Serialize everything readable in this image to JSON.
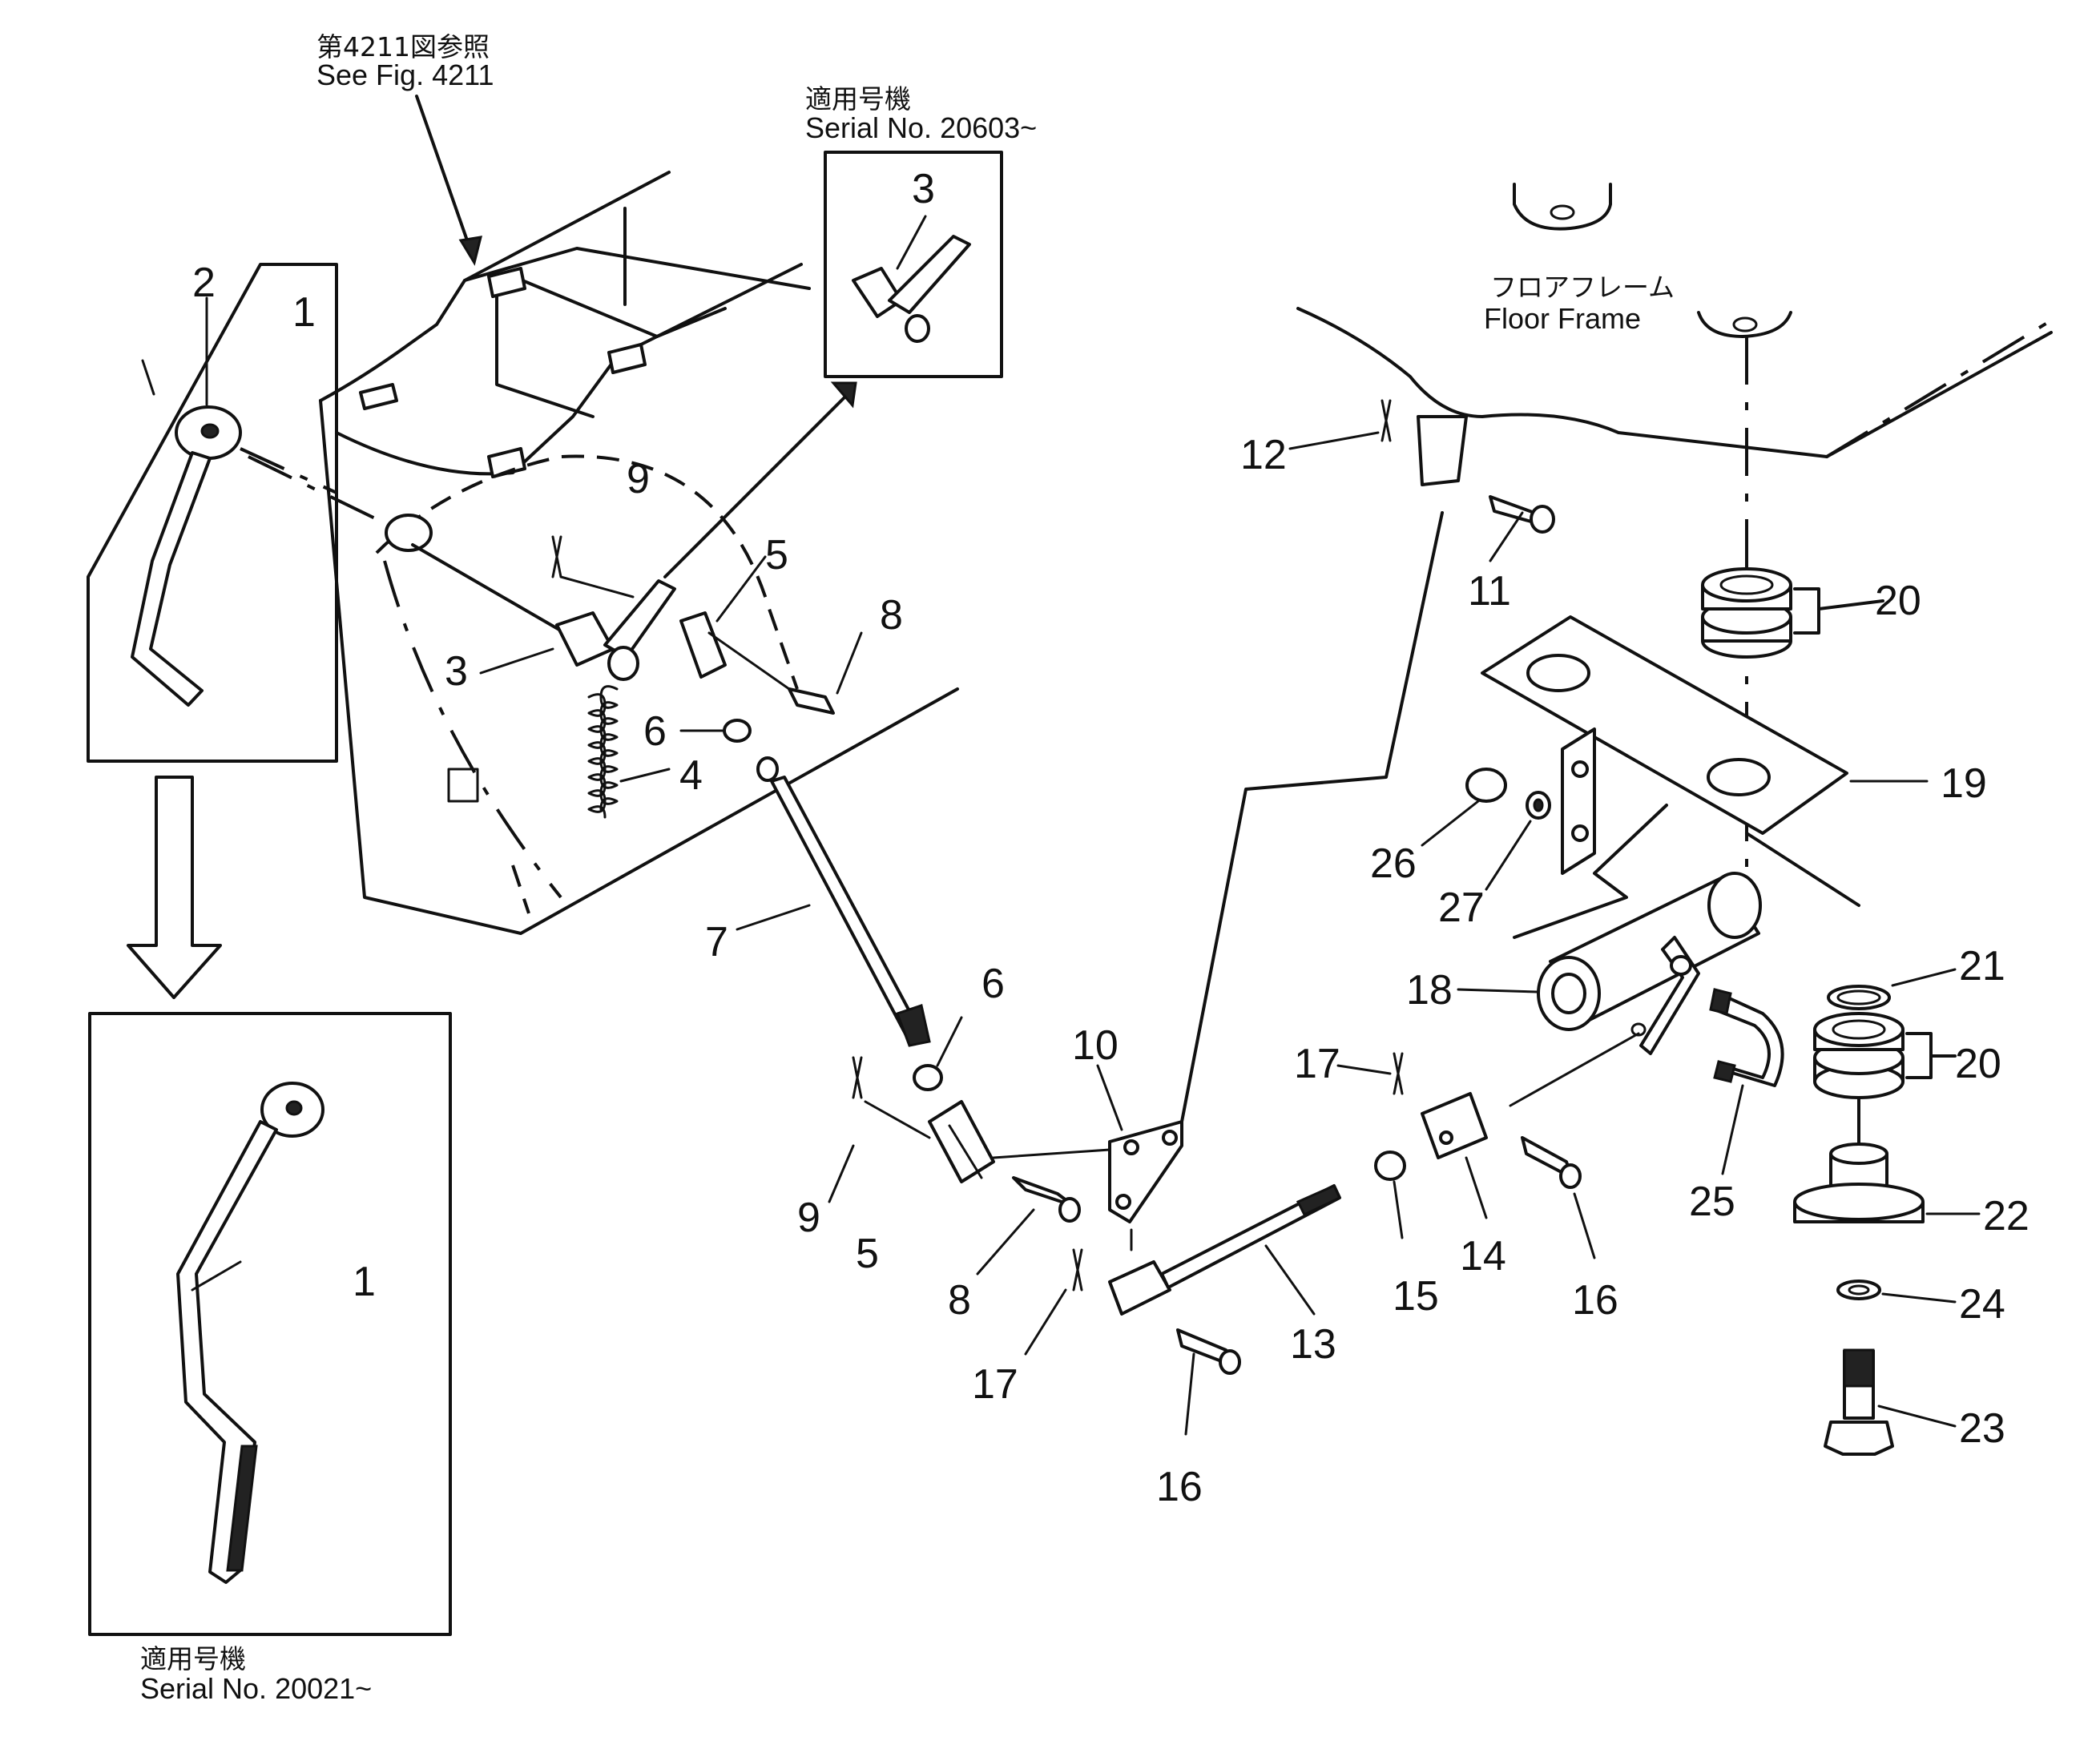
{
  "references": {
    "see_fig_jp": "第4211図参照",
    "see_fig_en": "See Fig. 4211"
  },
  "serial_top": {
    "jp": "適用号機",
    "en": "Serial No. 20603~"
  },
  "serial_bottom": {
    "jp": "適用号機",
    "en": "Serial No. 20021~"
  },
  "floor_frame": {
    "jp": "フロアフレーム",
    "en": "Floor Frame"
  },
  "callouts": {
    "c1a": "1",
    "c1b": "1",
    "c2": "2",
    "c3a": "3",
    "c3b": "3",
    "c4": "4",
    "c5a": "5",
    "c5b": "5",
    "c6a": "6",
    "c6b": "6",
    "c7": "7",
    "c8a": "8",
    "c8b": "8",
    "c9a": "9",
    "c9b": "9",
    "c10": "10",
    "c11": "11",
    "c12": "12",
    "c13": "13",
    "c14": "14",
    "c15": "15",
    "c16a": "16",
    "c16b": "16",
    "c17a": "17",
    "c17b": "17",
    "c18": "18",
    "c19": "19",
    "c20a": "20",
    "c20b": "20",
    "c21": "21",
    "c22": "22",
    "c23": "23",
    "c24": "24",
    "c25": "25",
    "c26": "26",
    "c27": "27"
  }
}
